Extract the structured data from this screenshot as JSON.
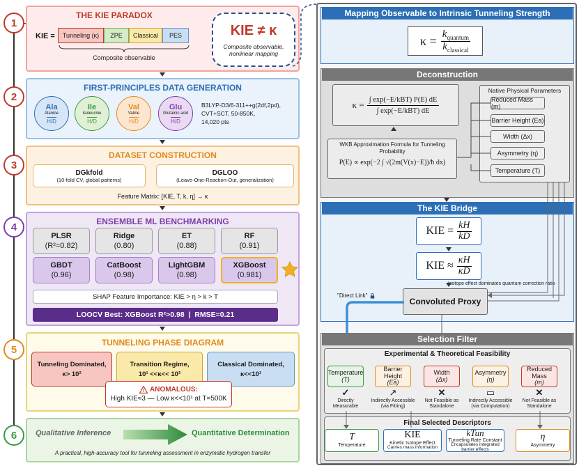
{
  "steps": [
    "1",
    "2",
    "3",
    "4",
    "5",
    "6"
  ],
  "p1": {
    "title": "THE KIE PARADOX",
    "kie_label": "KIE =",
    "terms": [
      "Tunneling (κ)",
      "ZPE",
      "Classical",
      "PES"
    ],
    "sum": "+",
    "composite": "Composite observable",
    "neq": "KIE ≠ κ",
    "neq_note": "Composite observable, nonlinear mapping"
  },
  "p2": {
    "title": "FIRST-PRINCIPLES DATA GENERATION",
    "aminos": [
      {
        "code": "Ala",
        "name": "Alanine",
        "hd": "H/D"
      },
      {
        "code": "Ile",
        "name": "Isoleucine",
        "hd": "H/D"
      },
      {
        "code": "Val",
        "name": "Valine",
        "hd": "H/D"
      },
      {
        "code": "Glu",
        "name": "Glutamic acid",
        "hd": "H/D"
      }
    ],
    "method": [
      "B3LYP-D3/6-311++g(2df,2pd),",
      "CVT+SCT, 50-850K,",
      "14,020 pts"
    ]
  },
  "p3": {
    "title": "DATASET CONSTRUCTION",
    "a_title": "DGkfold",
    "a_sub": "(10-fold CV, global patterns)",
    "b_title": "DGLOO",
    "b_sub": "(Leave-One-Reaction-Out, generalization)",
    "matrix": "Feature Matrix: [KIE, T, k, η] → κ"
  },
  "p4": {
    "title": "ENSEMBLE ML BENCHMARKING",
    "models": [
      {
        "name": "PLSR",
        "score": "(R²=0.82)"
      },
      {
        "name": "Ridge",
        "score": "(0.80)"
      },
      {
        "name": "ET",
        "score": "(0.88)"
      },
      {
        "name": "RF",
        "score": "(0.91)"
      },
      {
        "name": "GBDT",
        "score": "(0.96)"
      },
      {
        "name": "CatBoost",
        "score": "(0.98)"
      },
      {
        "name": "LightGBM",
        "score": "(0.98)"
      },
      {
        "name": "XGBoost",
        "score": "(0.981)"
      }
    ],
    "shap": "SHAP Feature Importance: KIE > η > k > T",
    "loocv": "LOOCV Best: XGBoost R²>0.98  |  RMSE=0.21"
  },
  "p5": {
    "title": "TUNNELING PHASE DIAGRAM",
    "r1_title": "Tunneling Dominated,",
    "r1_val": "κ> 10²",
    "r2_title": "Transition Regime,",
    "r2_val": "10¹ <<κ<< 10²",
    "r3_title": "Classical Dominated,",
    "r3_val": "κ<<10¹",
    "anom_title": "ANOMALOUS:",
    "anom_text": "High KIE≈3 — Low κ<<10¹ at T=500K"
  },
  "p6": {
    "left": "Qualitative Inference",
    "right": "Quantitative Determination",
    "note": "A practical, high-accuracy tool for tunneling assessment in enzymatic hydrogen transfer"
  },
  "right": {
    "h1": "Mapping Observable to Intrinsic Tunneling Strength",
    "kappa_eq": "κ =",
    "k_num": "k",
    "k_num_sub": "quantum",
    "k_den": "k",
    "k_den_sub": "classical",
    "h2": "Deconstruction",
    "kappa_int_lhs": "κ =",
    "int_num": "∫ exp(−E/kBT) P(E) dE",
    "int_den": "∫ exp(−E/kBT) dE",
    "wkb_title": "WKB Approximation Formula for Tunneling Probability",
    "wkb_eq": "P(E) ∝ exp(−2 ∫ √(2m(V(x)−E))/ħ dx)",
    "native_title": "Native Physical Parameters",
    "params": [
      "Reduced Mass (m)",
      "Barrier Height (Ea)",
      "Width (Δx)",
      "Asymmetry (η)",
      "Temperature (T)"
    ],
    "h3": "The KIE Bridge",
    "bridge1_lhs": "KIE =",
    "bridge1_num": "kH",
    "bridge1_den": "kD",
    "bridge2_lhs": "KIE ≈",
    "bridge2_num": "κH",
    "bridge2_den": "κD",
    "bridge_note": "Isotope effect dominates quantum correction ratio",
    "direct_link": "\"Direct Link\"",
    "proxy": "Convoluted Proxy",
    "h4": "Selection Filter",
    "feas_title": "Experimental & Theoretical Feasibility",
    "sel": [
      {
        "name": "Temperature",
        "sym": "(T)",
        "mark": "✓",
        "note": "Directly Measurable",
        "color": "#3a9a45",
        "bg": "#e6f4e6"
      },
      {
        "name": "Barrier Height",
        "sym": "(Ea)",
        "mark": "↗",
        "note": "Indirectly Accessible (via Fitting)",
        "color": "#e08a1e",
        "bg": "#fdf1e1"
      },
      {
        "name": "Width",
        "sym": "(Δx)",
        "mark": "✕",
        "note": "Not Feasible as Standalone",
        "color": "#c0392b",
        "bg": "#fbe5e3"
      },
      {
        "name": "Asymmetry",
        "sym": "(η)",
        "mark": "▭",
        "note": "Indirectly Accessible (via Computation)",
        "color": "#e08a1e",
        "bg": "#fdf1e1"
      },
      {
        "name": "Reduced Mass",
        "sym": "(m)",
        "mark": "✕",
        "note": "Not Feasible as Standalone",
        "color": "#c0392b",
        "bg": "#fbe5e3"
      }
    ],
    "final_title": "Final Selected Descriptors",
    "final": [
      {
        "sym": "T",
        "name": "Temperature",
        "desc": "",
        "color": "#3a9a45"
      },
      {
        "sym": "KIE",
        "name": "Kinetic Isotope Effect",
        "desc": "Carries mass information",
        "color": "#2c6fb7"
      },
      {
        "sym": "kTun",
        "name": "Tunneling Rate Constant",
        "desc": "Encapsulates integrated barrier effects",
        "color": "#2c6fb7"
      },
      {
        "sym": "η",
        "name": "Asymmetry",
        "desc": "",
        "color": "#e08a1e"
      }
    ]
  },
  "colors": {
    "red": "#c0392b",
    "blue": "#2c6fb7",
    "orange": "#e08a1e",
    "purple": "#7b3fa8",
    "green": "#3a9a45",
    "gold": "#f2b01e"
  }
}
